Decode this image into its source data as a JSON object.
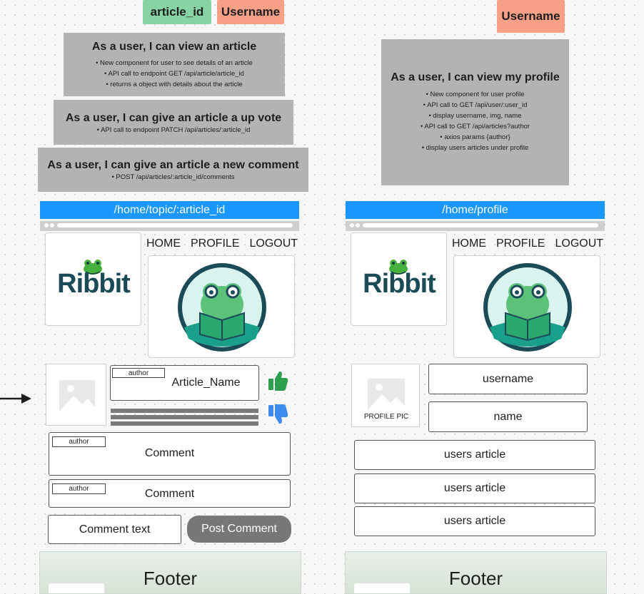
{
  "tags": {
    "article_id": "article_id",
    "username_left": "Username",
    "username_right": "Username"
  },
  "stories": {
    "view_article": {
      "title": "As a user, I can view an article",
      "items": [
        "New component for user to see details of an article",
        "API call to endpoint GET /api/article/article_id",
        "returns a object with details about the article"
      ]
    },
    "up_vote": {
      "title": "As a user, I can give an article a up vote",
      "items": [
        "API call to endpoint PATCH /api/articles/:article_id"
      ]
    },
    "new_comment": {
      "title": "As a user, I can give an article a new comment",
      "items": [
        "POST /api/articles/:article_id/comments"
      ]
    },
    "view_profile": {
      "title": "As a user, I can view my profile",
      "items": [
        "New component for user profile",
        "API call to GET /api/user/:user_id",
        "display username, img, name",
        "API call to GET /api/articles?author",
        "axios params {author}",
        "display users articles under profile"
      ]
    }
  },
  "article_page": {
    "url": "/home/topic/:article_id",
    "nav": [
      "HOME",
      "PROFILE",
      "LOGOUT"
    ],
    "logo_text": "Ribbit",
    "author_tag": "author",
    "article_name": "Article_Name",
    "comments": [
      {
        "author": "author",
        "text": "Comment"
      },
      {
        "author": "author",
        "text": "Comment"
      }
    ],
    "comment_input": "Comment text",
    "post_button": "Post Comment",
    "footer": "Footer"
  },
  "profile_page": {
    "url": "/home/profile",
    "nav": [
      "HOME",
      "PROFILE",
      "LOGOUT"
    ],
    "logo_text": "Ribbit",
    "profile_pic_label": "PROFILE PIC",
    "username": "username",
    "name": "name",
    "articles": [
      "users article",
      "users article",
      "users article"
    ],
    "footer": "Footer"
  },
  "colors": {
    "blue": "#1a98ff",
    "tag_green": "#88d3a3",
    "tag_red": "#f8a087",
    "story_grey": "#b3b3b3",
    "thumbs_up": "#2e9e4f",
    "thumbs_down": "#3d8bf0"
  }
}
